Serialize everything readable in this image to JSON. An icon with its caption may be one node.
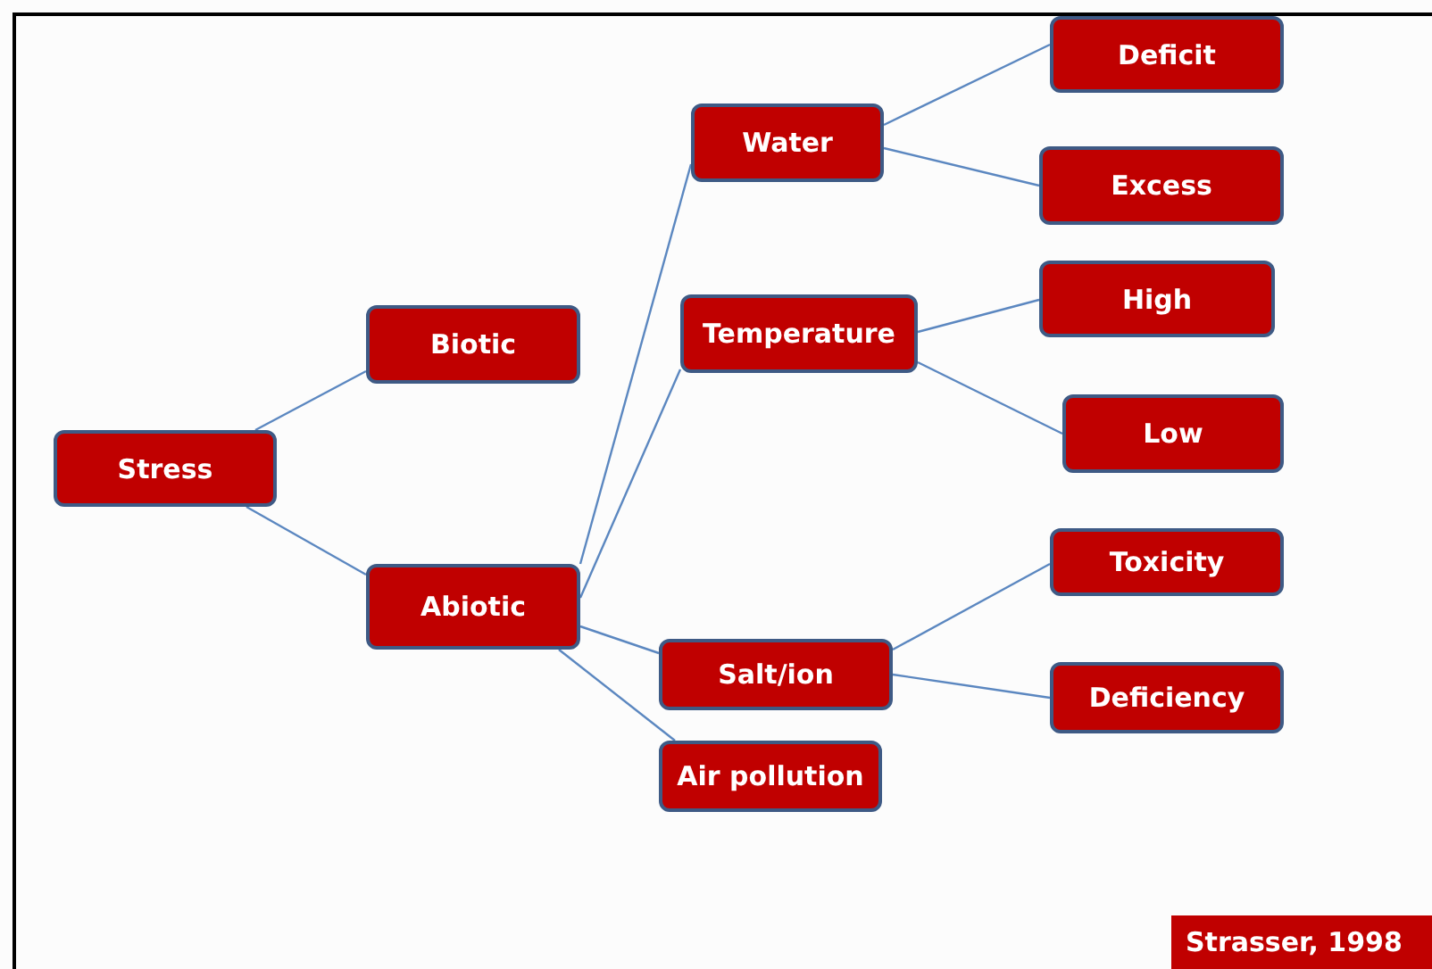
{
  "diagram": {
    "nodes": [
      {
        "text": [
          "Stress"
        ]
      },
      {
        "text": [
          "Biotic"
        ]
      },
      {
        "text": [
          "Abiotic"
        ]
      },
      {
        "text": [
          "Water"
        ]
      },
      {
        "text": [
          "Temperature"
        ]
      },
      {
        "text": [
          "Salt/ion"
        ]
      },
      {
        "text": [
          "Air pollution"
        ]
      },
      {
        "text": [
          "Deficit"
        ]
      },
      {
        "text": [
          "Excess"
        ]
      },
      {
        "text": [
          "High"
        ]
      },
      {
        "text": [
          "Low"
        ]
      },
      {
        "text": [
          "Toxicity"
        ]
      },
      {
        "text": [
          "Deficiency"
        ]
      },
      {
        "text": [
          "Strasser, 1998"
        ]
      }
    ],
    "edges": [
      {
        "from": 0,
        "to": 1,
        "arrow": "none"
      },
      {
        "from": 0,
        "to": 2,
        "arrow": "none"
      },
      {
        "from": 2,
        "to": 3,
        "arrow": "none"
      },
      {
        "from": 2,
        "to": 4,
        "arrow": "none"
      },
      {
        "from": 2,
        "to": 5,
        "arrow": "none"
      },
      {
        "from": 2,
        "to": 6,
        "arrow": "none"
      },
      {
        "from": 3,
        "to": 7,
        "arrow": "none"
      },
      {
        "from": 3,
        "to": 8,
        "arrow": "none"
      },
      {
        "from": 4,
        "to": 9,
        "arrow": "none"
      },
      {
        "from": 4,
        "to": 10,
        "arrow": "none"
      },
      {
        "from": 5,
        "to": 11,
        "arrow": "none"
      },
      {
        "from": 5,
        "to": 12,
        "arrow": "none"
      }
    ]
  }
}
